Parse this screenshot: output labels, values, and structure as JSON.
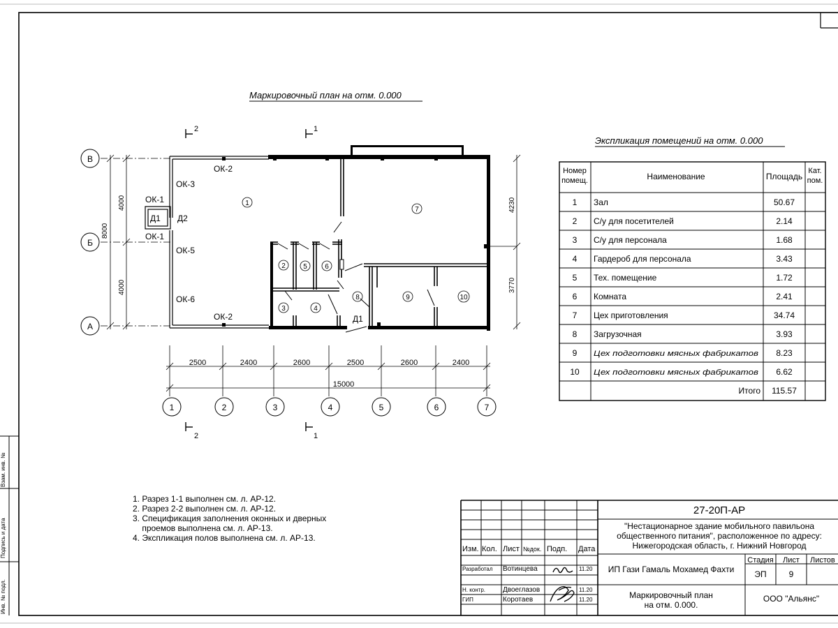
{
  "plan_title": "Маркировочный план на отм. 0.000",
  "explication_title": "Экспликация помещений на отм. 0.000",
  "section_marks": {
    "s1": "1",
    "s2": "2"
  },
  "axes": {
    "rows": [
      "В",
      "Б",
      "А"
    ],
    "cols": [
      "1",
      "2",
      "3",
      "4",
      "5",
      "6",
      "7"
    ]
  },
  "dims": {
    "bottom_spans": [
      "2500",
      "2400",
      "2600",
      "2500",
      "2600",
      "2400"
    ],
    "total": "15000",
    "left_spans": [
      "4000",
      "4000"
    ],
    "left_total": "8000",
    "right_spans": [
      "4230",
      "3770"
    ]
  },
  "openings": {
    "ok1_top": "ОК-1",
    "ok1_bottom": "ОК-1",
    "ok2_top": "ОК-2",
    "ok2_bottom": "ОК-2",
    "ok3": "ОК-3",
    "ok5": "ОК-5",
    "ok6": "ОК-6",
    "d1_left": "Д1",
    "d2": "Д2",
    "d1_bottom": "Д1"
  },
  "room_marks": [
    "1",
    "2",
    "3",
    "4",
    "5",
    "6",
    "7",
    "8",
    "9",
    "10"
  ],
  "table": {
    "headers": {
      "num": "Номер помещ.",
      "name": "Наименование",
      "area": "Площадь",
      "cat": "Кат. пом."
    },
    "rows": [
      {
        "num": "1",
        "name": "Зал",
        "area": "50.67"
      },
      {
        "num": "2",
        "name": "С/у для посетителей",
        "area": "2.14"
      },
      {
        "num": "3",
        "name": "С/у для персонала",
        "area": "1.68"
      },
      {
        "num": "4",
        "name": "Гардероб для персонала",
        "area": "3.43"
      },
      {
        "num": "5",
        "name": "Тех. помещение",
        "area": "1.72"
      },
      {
        "num": "6",
        "name": "Комната",
        "area": "2.41"
      },
      {
        "num": "7",
        "name": "Цех приготовления",
        "area": "34.74"
      },
      {
        "num": "8",
        "name": "Загрузочная",
        "area": "3.93"
      },
      {
        "num": "9",
        "name": "Цех подготовки мясных фабрикатов",
        "area": "8.23"
      },
      {
        "num": "10",
        "name": "Цех подготовки мясных фабрикатов",
        "area": "6.62"
      }
    ],
    "total_label": "Итого",
    "total_value": "115.57"
  },
  "notes": [
    "1. Разрез 1-1 выполнен см. л. АР-12.",
    "2. Разрез 2-2 выполнен см. л. АР-12.",
    "3. Спецификация заполнения оконных и дверных",
    "    проемов выполнена см. л. АР-13.",
    "4. Экспликация полов выполнена см. л. АР-13."
  ],
  "title_block": {
    "code": "27-20П-АР",
    "project_lines": [
      "\"Нестационарное здание мобильного павильона",
      "общественного питания\", расположенное по адресу:",
      "Нижегородская область, г. Нижний Новгород"
    ],
    "col_headers": {
      "izm": "Изм.",
      "kol": "Кол.",
      "list": "Лист",
      "ndok": "№док.",
      "podp": "Подп.",
      "data": "Дата"
    },
    "people": [
      {
        "role": "Разработал",
        "name": "Вотинцева",
        "date": "11.20"
      },
      {
        "role": "Н. контр.",
        "name": "Двоеглазов",
        "date": "11.20"
      },
      {
        "role": "ГИП",
        "name": "Коротаев",
        "date": "11.20"
      }
    ],
    "organization_client": "ИП Гази Гамаль Мохамед Фахти",
    "stage_label": "Стадия",
    "sheet_label": "Лист",
    "sheets_label": "Листов",
    "stage": "ЭП",
    "sheet": "9",
    "drawing_title": [
      "Маркировочный план",
      "на отм. 0.000."
    ],
    "company": "ООО \"Альянс\""
  },
  "side_stamp": {
    "zam": "Взам. инв. №",
    "podp": "Подпись и дата",
    "inv": "Инв. № подл."
  }
}
